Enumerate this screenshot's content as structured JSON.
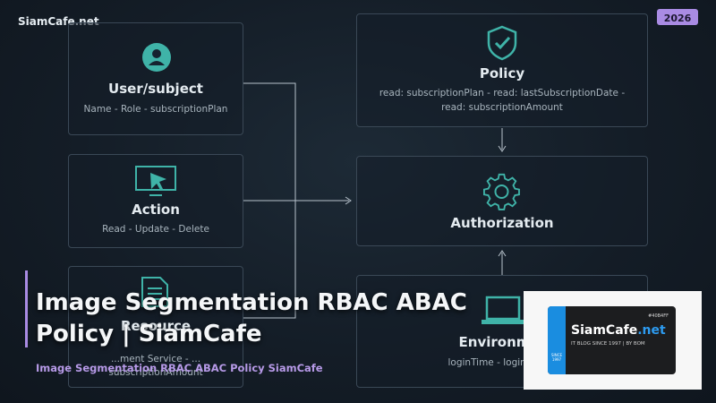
{
  "brand": "SiamCafe.net",
  "year_badge": "2026",
  "boxes": {
    "user": {
      "title": "User/subject",
      "subtitle": "Name - Role - subscriptionPlan",
      "icon": "user-icon"
    },
    "action": {
      "title": "Action",
      "subtitle": "Read - Update - Delete",
      "icon": "cursor-icon"
    },
    "resource": {
      "title": "Resource",
      "subtitle": "...ment Service - ...",
      "subtitle2": "subscriptionAmount",
      "icon": "document-icon"
    },
    "policy": {
      "title": "Policy",
      "subtitle": "read: subscriptionPlan - read: lastSubscriptionDate -",
      "subtitle2": "read: subscriptionAmount",
      "icon": "shield-check-icon"
    },
    "authorization": {
      "title": "Authorization",
      "icon": "gear-icon"
    },
    "environment": {
      "title": "Environm...",
      "subtitle": "loginTime - loginDevi...",
      "icon": "laptop-icon"
    }
  },
  "overlay": {
    "headline": "Image Segmentation RBAC ABAC Policy | SiamCafe",
    "subline": "Image Segmentation RBAC ABAC Policy SiamCafe"
  },
  "logo": {
    "tag": "#40B4FF",
    "name_main": "SiamCafe",
    "name_accent": ".net",
    "tagline": "IT BLOG SINCE 1997 | BY BOM",
    "since": "SINCE 1997"
  },
  "colors": {
    "accent_purple": "#a98be3",
    "icon_teal": "#3fb3a8",
    "logo_blue": "#1a8de0"
  }
}
